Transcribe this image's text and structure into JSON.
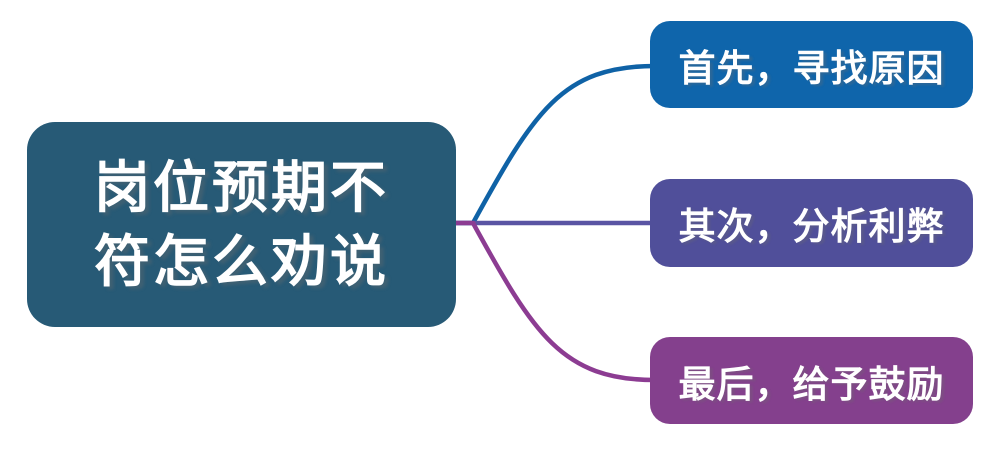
{
  "diagram": {
    "background_color": "#ffffff",
    "text_color": "#ffffff",
    "root": {
      "label": "岗位预期不\n符怎么劝说",
      "bg_color": "#275a76"
    },
    "branches": [
      {
        "label": "首先，寻找原因",
        "bg_color": "#0f65ab",
        "line_color": "#0f62a6"
      },
      {
        "label": "其次，分析利弊",
        "bg_color": "#504f9a",
        "line_color": "#5a54a3"
      },
      {
        "label": "最后，给予鼓励",
        "bg_color": "#84408d",
        "line_color": "#8c3c92"
      }
    ]
  }
}
